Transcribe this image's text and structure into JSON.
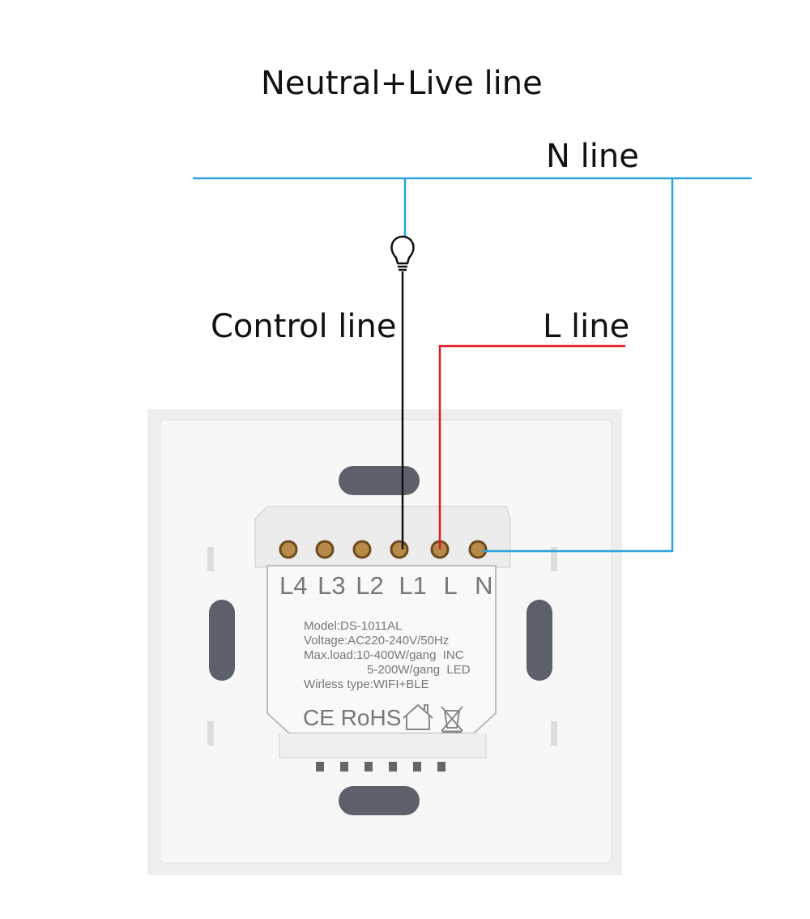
{
  "title": "Neutral+Live line",
  "labels": {
    "n_line": "N line",
    "control_line": "Control line",
    "l_line": "L line"
  },
  "terminals": [
    "L4",
    "L3",
    "L2",
    "L1",
    "L",
    "N"
  ],
  "spec": {
    "model": "Model:DS-1011AL",
    "voltage": "Voltage:AC220-240V/50Hz",
    "maxload1": "Max.load:10-400W/gang  INC",
    "maxload2": "5-200W/gang  LED",
    "wireless": "Wirless type:WIFI+BLE",
    "marks": "CE RoHS"
  },
  "colors": {
    "n_wire": "#2fa3d6",
    "l_wire": "#e0191f",
    "control_wire": "#111111"
  }
}
